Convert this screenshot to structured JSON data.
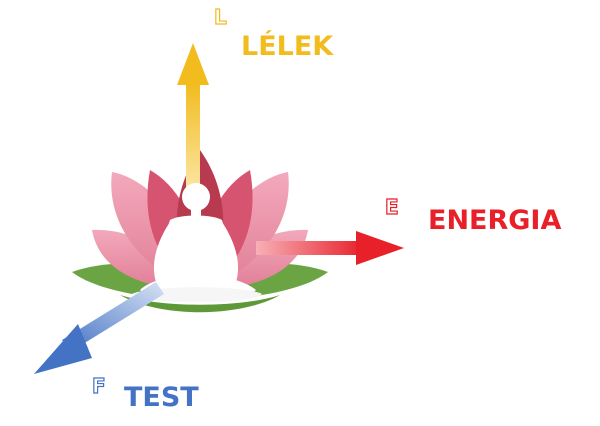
{
  "axes": {
    "up": {
      "letter": "L",
      "label": "LÉLEK",
      "color": "#f2bb1e"
    },
    "right": {
      "letter": "E",
      "label": "ENERGIA",
      "color": "#e8202a"
    },
    "down_left": {
      "letter": "F",
      "label": "TEST",
      "color": "#4472c4"
    }
  },
  "colors": {
    "petal_pink": "#ec8ea6",
    "petal_deep": "#d75470",
    "petal_dark": "#b83a4f",
    "leaf_green": "#6ba543",
    "figure": "#ffffff"
  }
}
